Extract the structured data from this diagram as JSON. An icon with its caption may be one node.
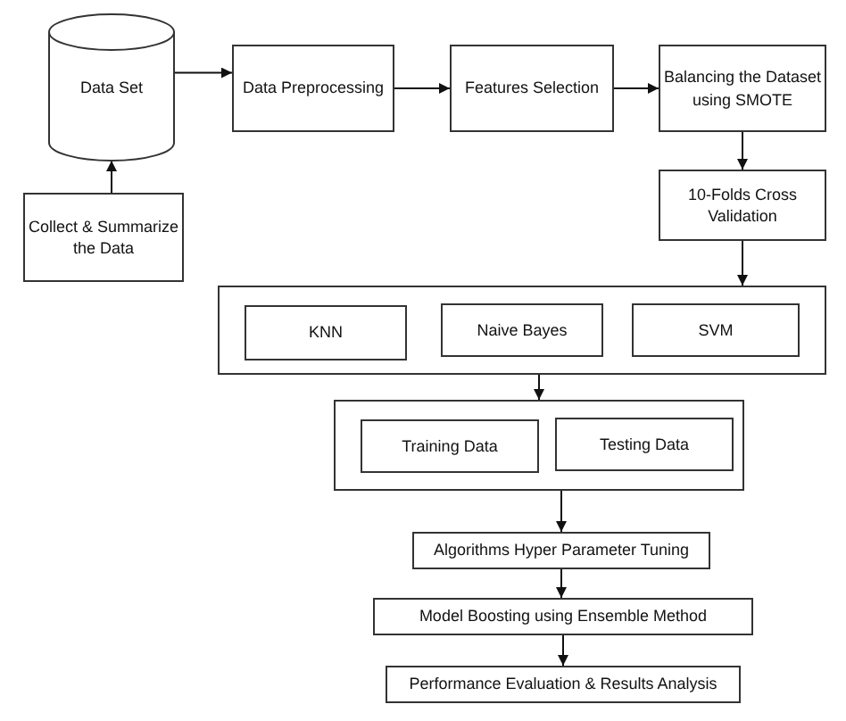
{
  "diagram": {
    "nodes": [
      {
        "text": [
          "Data Set"
        ]
      },
      {
        "text": [
          "Collect & Summarize the Data"
        ]
      },
      {
        "text": [
          "Data Preprocessing"
        ]
      },
      {
        "text": [
          "Features Selection"
        ]
      },
      {
        "text": [
          "Balancing the Dataset using SMOTE"
        ]
      },
      {
        "text": [
          "10-Folds Cross Validation"
        ]
      },
      {
        "text": [],
        "shape": "box"
      },
      {
        "text": [
          "KNN"
        ],
        "in": 6
      },
      {
        "text": [
          "Naive Bayes"
        ],
        "in": 6
      },
      {
        "text": [
          "SVM"
        ],
        "in": 6
      },
      {
        "text": [],
        "shape": "box"
      },
      {
        "text": [
          "Training Data"
        ],
        "in": 10
      },
      {
        "text": [
          "Testing Data"
        ],
        "in": 10
      },
      {
        "text": [
          "Algorithms Hyper Parameter Tuning"
        ]
      },
      {
        "text": [
          "Model Boosting using Ensemble Method"
        ]
      },
      {
        "text": [
          "Performance Evaluation & Results Analysis"
        ]
      }
    ],
    "edges": [
      {
        "from": 1,
        "to": 0,
        "arrow": "to"
      },
      {
        "from": 0,
        "to": 2,
        "arrow": "to"
      },
      {
        "from": 2,
        "to": 3,
        "arrow": "to"
      },
      {
        "from": 3,
        "to": 4,
        "arrow": "to"
      },
      {
        "from": 4,
        "to": 5,
        "arrow": "to"
      },
      {
        "from": 5,
        "to": 6,
        "arrow": "to"
      },
      {
        "from": 6,
        "to": 10,
        "arrow": "to"
      },
      {
        "from": 10,
        "to": 13,
        "arrow": "to"
      },
      {
        "from": 13,
        "to": 14,
        "arrow": "to"
      },
      {
        "from": 14,
        "to": 15,
        "arrow": "to"
      }
    ]
  }
}
